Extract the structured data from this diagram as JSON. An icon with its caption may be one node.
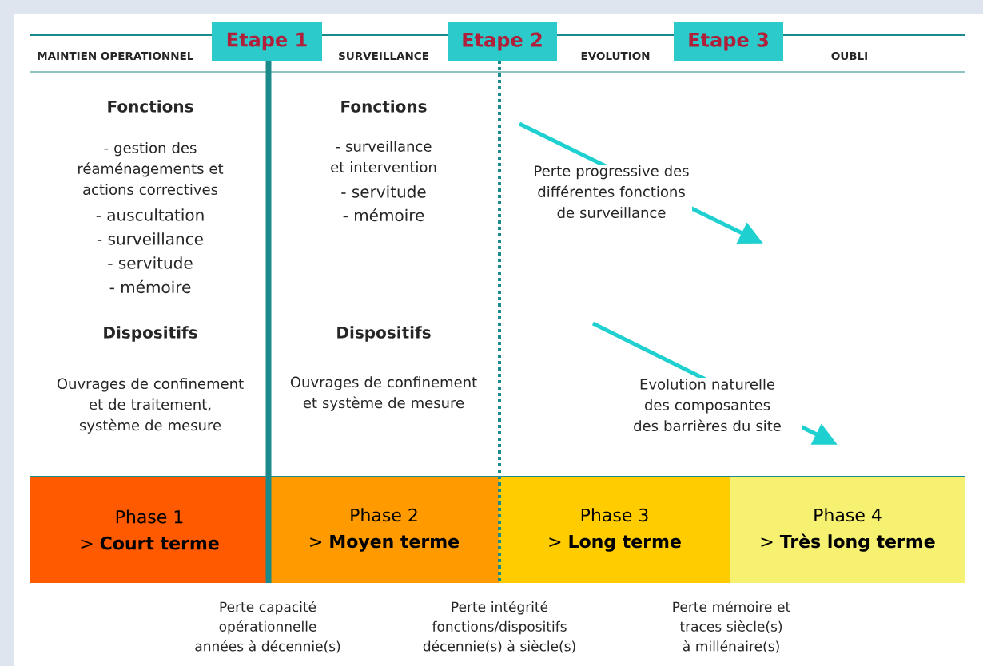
{
  "diagram": {
    "nodes": [
      {
        "text": [
          "Etape 1"
        ]
      },
      {
        "text": [
          "Etape 2"
        ]
      },
      {
        "text": [
          "Etape 3"
        ]
      },
      {
        "text": [
          "Phase 1",
          "> **Court terme**"
        ]
      },
      {
        "text": [
          "Phase 2",
          "> **Moyen terme**"
        ]
      },
      {
        "text": [
          "Phase 3",
          "> **Long terme**"
        ]
      },
      {
        "text": [
          "Phase 4",
          "> **Très long terme**"
        ]
      }
    ],
    "labels": [
      "MAINTIEN OPERATIONNEL",
      "SURVEILLANCE",
      "EVOLUTION",
      "OUBLI",
      "Fonctions",
      "- gestion des réaménagements et actions correctives",
      "- auscultation",
      "- surveillance",
      "- servitude",
      "- mémoire",
      "Fonctions",
      "- surveillance et intervention",
      "- servitude",
      "- mémoire",
      "Perte progressive des différentes fonctions de surveillance",
      "Dispositifs",
      "Ouvrages de confinement et de traitement, système de mesure",
      "Dispositifs",
      "Ouvrages de confinement et système de mesure",
      "Evolution naturelle des composantes des barrières du site",
      "Perte capacité opérationnelle années à décennie(s)",
      "Perte intégrité fonctions/dispositifs décennie(s) à siècle(s)",
      "Perte mémoire et traces siècle(s) à millénaire(s)"
    ]
  }
}
